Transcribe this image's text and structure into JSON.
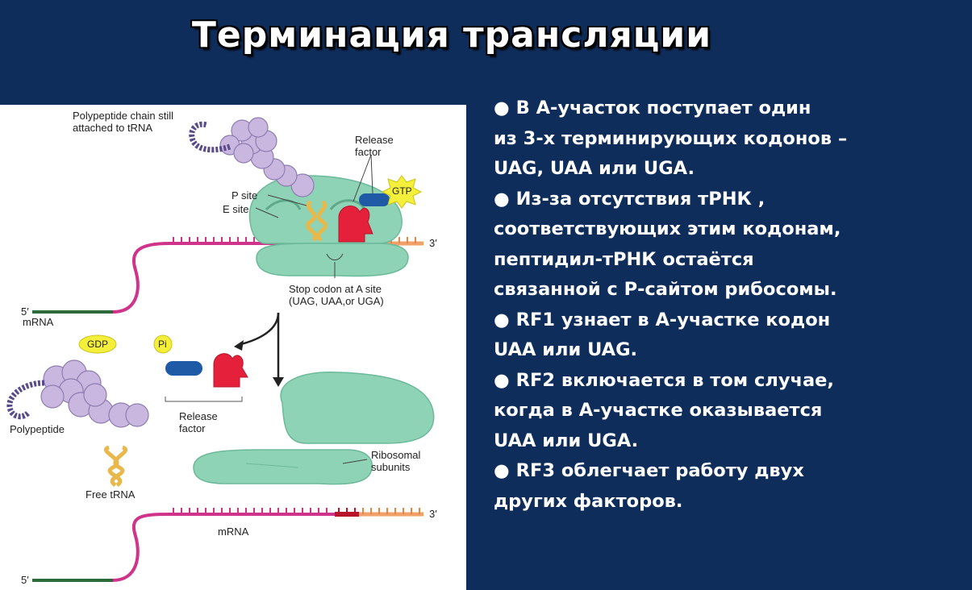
{
  "title": "Терминация  трансляции",
  "diagram": {
    "labels": {
      "polypeptide_chain": "Polypeptide chain still\nattached to tRNA",
      "release_factor_top": "Release\nfactor",
      "gtp": "GTP",
      "p_site": "P site",
      "e_site": "E site",
      "three_prime_top": "3′",
      "five_prime_top": "5′",
      "mrna_top": "mRNA",
      "stop_codon": "Stop codon at A site\n(UAG, UAA,or UGA)",
      "gdp": "GDP",
      "pi": "Pi",
      "polypeptide": "Polypeptide",
      "release_factor_bottom": "Release\nfactor",
      "free_trna": "Free tRNA",
      "ribosomal_subunits": "Ribosomal\nsubunits",
      "mrna_bottom": "mRNA",
      "three_prime_bottom": "3′",
      "five_prime_bottom": "5′"
    }
  },
  "bullets": [
    {
      "lines": [
        "В А-участок  поступает один",
        "из 3-х терминирующих кодонов –",
        "UAG, UAA или UGA."
      ]
    },
    {
      "lines": [
        "Из-за отсутствия тРНК ,",
        "соответствующих этим кодонам,",
        "пептидил-тРНК остаётся",
        "связанной с Р-сайтом рибосомы."
      ]
    },
    {
      "lines": [
        "RF1 узнает в А-участке кодон",
        "UAA или UAG."
      ]
    },
    {
      "lines": [
        "RF2 включается в том случае,",
        "когда в А-участке оказывается",
        "UAA или UGA."
      ]
    },
    {
      "lines": [
        "RF3 облегчает работу двух",
        "других факторов."
      ]
    }
  ],
  "colors": {
    "background": "#0f2d5b",
    "ribosome": "#8fd3b6",
    "polypeptide": "#c9b7e0",
    "release_factor": "#e5203a",
    "trna": "#f0c75a",
    "gtp": "#f4ef3a",
    "mrna": "#d0338a"
  }
}
